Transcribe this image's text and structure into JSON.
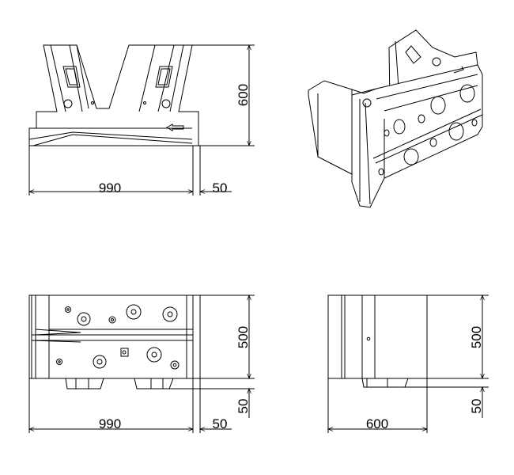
{
  "views": {
    "front": {
      "dim_width": "990",
      "dim_offset": "50",
      "dim_height": "600"
    },
    "iso": {},
    "bottom": {
      "dim_width": "990",
      "dim_offset": "50",
      "dim_height": "500",
      "dim_height_small": "50"
    },
    "side": {
      "dim_width": "600",
      "dim_height": "500",
      "dim_height_small": "50"
    }
  }
}
